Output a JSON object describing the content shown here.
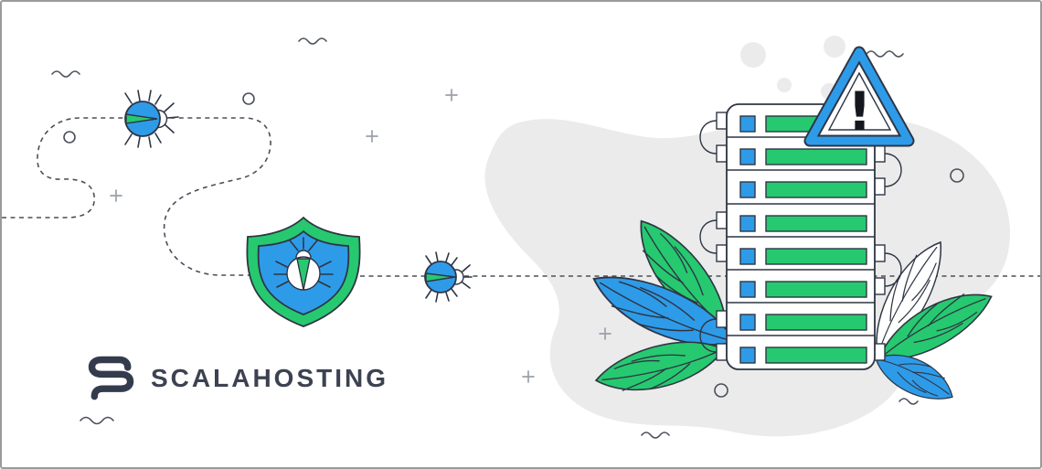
{
  "brand": {
    "name": "SCALAHOSTING"
  },
  "illustration": {
    "alert_symbol": "!",
    "server": {
      "row_count": 8,
      "status_bar_color": "#26C96F",
      "indicator_color": "#2E9BE9"
    },
    "bug_count": 3,
    "leaf_count": 6,
    "colors": {
      "green": "#26C96F",
      "blue": "#2E9BE9",
      "ink": "#2E3544",
      "ink_soft": "#4A4F5A",
      "blob_gray": "#EBEBEB",
      "plus_gray": "#9AA0A8",
      "logo_text": "#3C4252",
      "background": "#FFFFFF",
      "border": "#9B9B9B"
    }
  }
}
